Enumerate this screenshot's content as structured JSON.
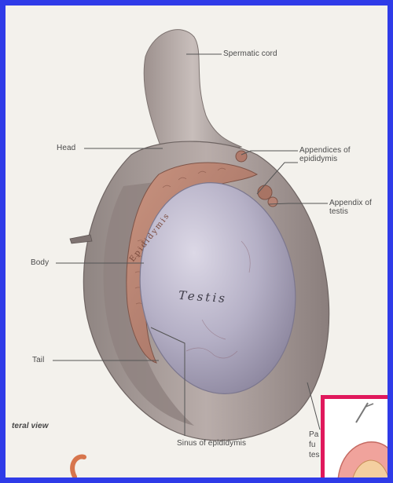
{
  "figure": {
    "labels": {
      "spermatic_cord": "Spermatic cord",
      "appendices_epididymis": "Appendices of epididymis",
      "head": "Head",
      "appendix_testis": "Appendix of testis",
      "body": "Body",
      "tail": "Tail",
      "sinus_epididymis": "Sinus of epididymis",
      "lateral_view": "teral view",
      "partial_right": "Pa fu tes"
    },
    "in_drawing": {
      "testis": "Testis",
      "epididymis": "Epididymis"
    }
  },
  "colors": {
    "frame_border": "#2f3be8",
    "inset_border": "#e0195c",
    "testis_fill": "#b7b2c8",
    "epididymis_fill": "#b88273",
    "tunica_fill": "#a69a96"
  }
}
